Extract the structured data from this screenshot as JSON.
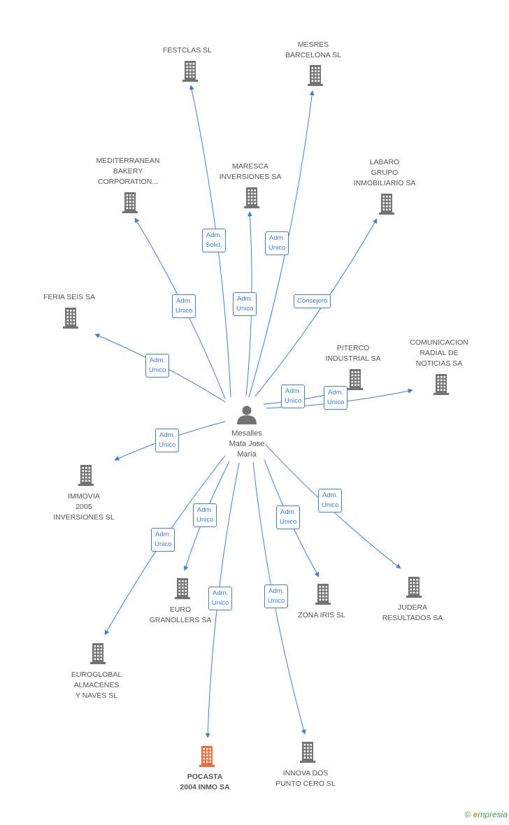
{
  "center": {
    "label": "Mesalles\nMata Jose\nMaria"
  },
  "companies": [
    {
      "id": "festclas",
      "label": "FESTCLAS SL"
    },
    {
      "id": "mesres",
      "label": "MESRES\nBARCELONA SL"
    },
    {
      "id": "mediterranean",
      "label": "MEDITERRANEAN\nBAKERY\nCORPORATION..."
    },
    {
      "id": "maresca",
      "label": "MARESCA\nINVERSIONES SA"
    },
    {
      "id": "labaro",
      "label": "LABARO\nGRUPO\nINMOBILIARIO SA"
    },
    {
      "id": "feria",
      "label": "FERIA SEIS SA"
    },
    {
      "id": "piterco",
      "label": "PITERCO\nINDUSTRIAL SA"
    },
    {
      "id": "comunicacion",
      "label": "COMUNICACION\nRADIAL DE\nNOTICIAS SA"
    },
    {
      "id": "immovia",
      "label": "IMMOVIA\n2005\nINVERSIONES SL"
    },
    {
      "id": "euro",
      "label": "EURO\nGRANOLLERS SA"
    },
    {
      "id": "zona",
      "label": "ZONA IRIS SL"
    },
    {
      "id": "judera",
      "label": "JUDERA\nRESULTADOS SA"
    },
    {
      "id": "euroglobal",
      "label": "EUROGLOBAL\nALMACENES\nY NAVES SL"
    },
    {
      "id": "pocasta",
      "label": "POCASTA\n2004 INMO SA",
      "highlight": true
    },
    {
      "id": "innova",
      "label": "INNOVA DOS\nPUNTO CERO SL"
    }
  ],
  "edges": [
    {
      "to": "festclas",
      "label": "Adm.\nSolid."
    },
    {
      "to": "mesres",
      "label": "Adm.\nUnico"
    },
    {
      "to": "mediterranean",
      "label": "Adm.\nUnico"
    },
    {
      "to": "maresca",
      "label": "Adm.\nUnico"
    },
    {
      "to": "labaro",
      "label": "Consejero"
    },
    {
      "to": "feria",
      "label": "Adm.\nUnico"
    },
    {
      "to": "piterco",
      "label": "Adm.\nUnico"
    },
    {
      "to": "comunicacion",
      "label": "Adm.\nUnico"
    },
    {
      "to": "immovia",
      "label": "Adm.\nUnico"
    },
    {
      "to": "euro",
      "label": "Adm.\nUnico"
    },
    {
      "to": "zona",
      "label": "Adm.\nUnico"
    },
    {
      "to": "judera",
      "label": "Adm.\nUnico"
    },
    {
      "to": "euroglobal",
      "label": "Adm.\nUnico"
    },
    {
      "to": "pocasta",
      "label": "Adm.\nUnico"
    },
    {
      "to": "innova",
      "label": "Adm.\nUnico"
    }
  ],
  "colors": {
    "edge": "#3d7fd6",
    "building": "#737373",
    "highlight": "#f26b3a",
    "person": "#737373"
  },
  "footer": {
    "copyright": "©",
    "brand_e": "e",
    "brand_rest": "mpresia"
  }
}
